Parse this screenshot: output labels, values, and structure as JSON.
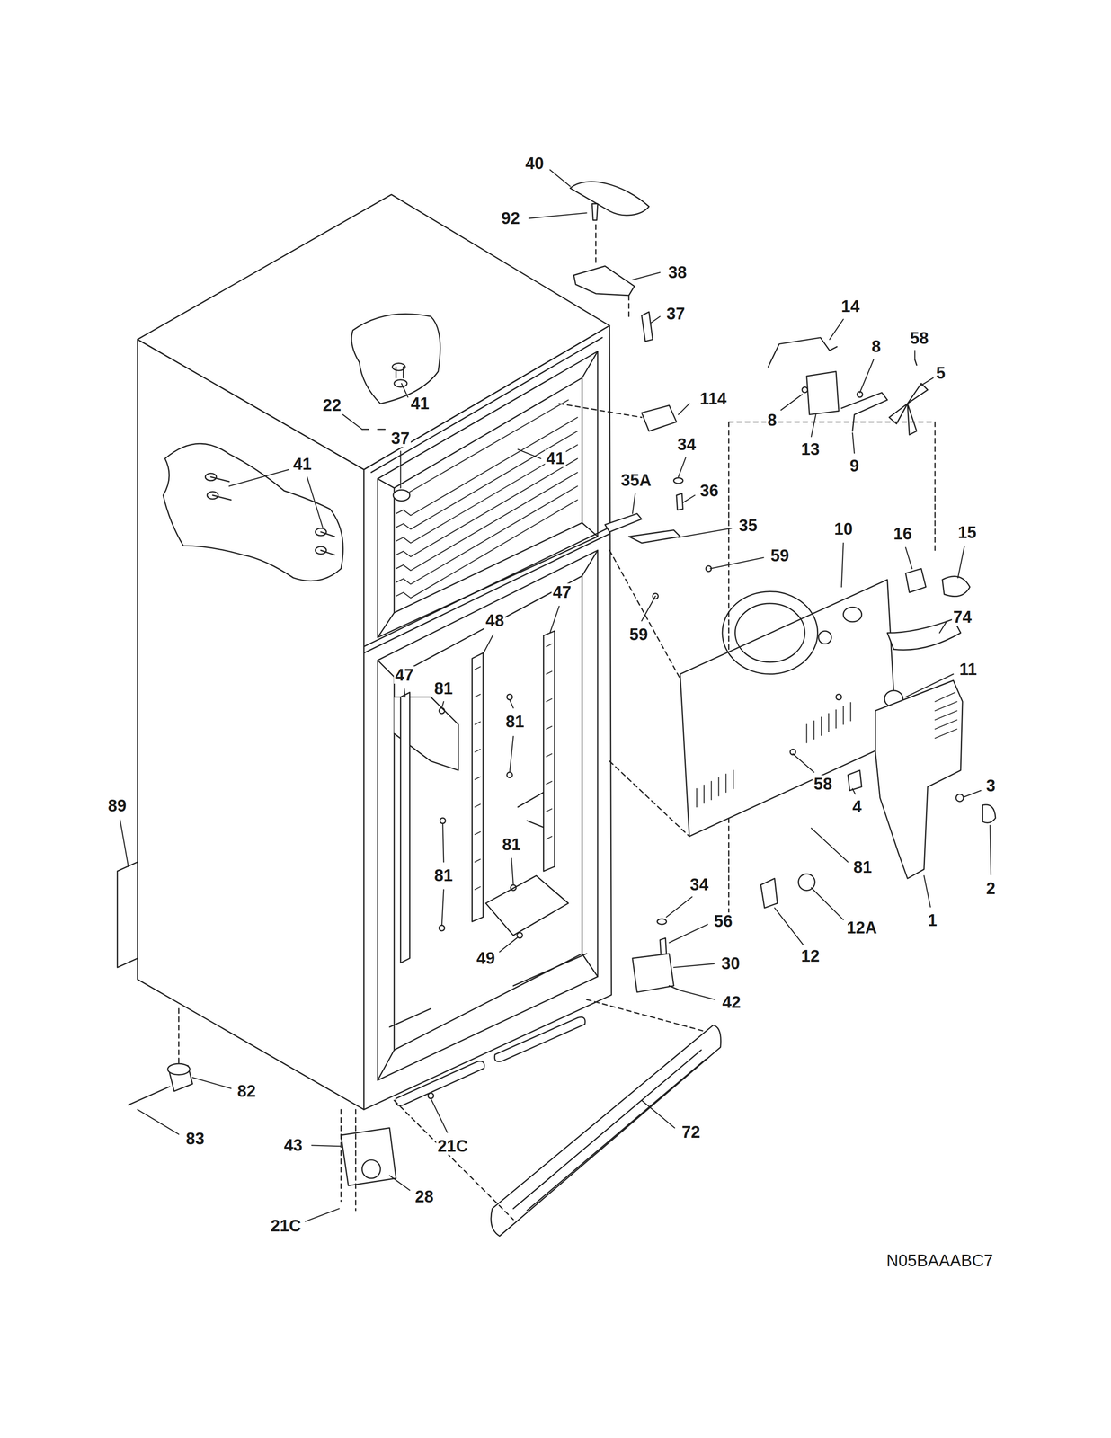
{
  "diagram": {
    "labels": [
      "40",
      "92",
      "38",
      "14",
      "37",
      "58",
      "8",
      "5",
      "114",
      "41",
      "22",
      "8",
      "37",
      "34",
      "13",
      "41",
      "41",
      "9",
      "35A",
      "36",
      "35",
      "10",
      "16",
      "15",
      "59",
      "47",
      "74",
      "48",
      "59",
      "11",
      "47",
      "81",
      "81",
      "58",
      "3",
      "89",
      "4",
      "81",
      "81",
      "81",
      "34",
      "2",
      "1",
      "56",
      "12A",
      "12",
      "49",
      "30",
      "42",
      "82",
      "72",
      "83",
      "43",
      "21C",
      "28",
      "21C",
      "N05BAAABC7"
    ]
  }
}
